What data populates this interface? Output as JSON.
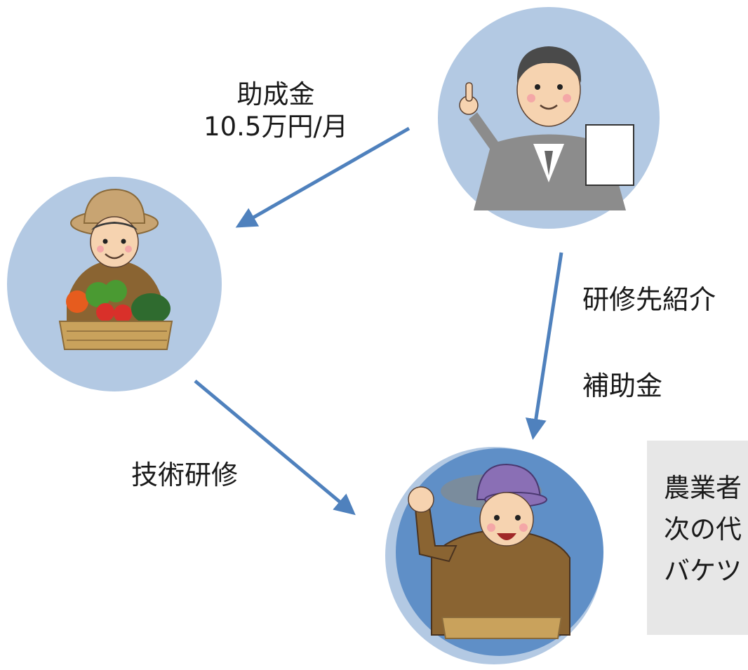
{
  "labels": {
    "subsidy": "助成金",
    "subsidy_amount": "10.5万円/月",
    "training_introduction": "研修先紹介",
    "grant": "補助金",
    "technical_training": "技術研修"
  },
  "note": {
    "lines": [
      "農業者",
      "次の代",
      "バケツ"
    ]
  },
  "colors": {
    "circle_fill": "#b3c9e3",
    "circle_fill_new_farmer": "#5f8fc7",
    "arrow": "#4f81bd",
    "note_bg": "#e7e7e7"
  },
  "icons": {
    "official": "businessman-pointing-icon",
    "farmer": "farmer-with-vegetables-icon",
    "new_farmer": "young-farmer-fist-icon"
  }
}
